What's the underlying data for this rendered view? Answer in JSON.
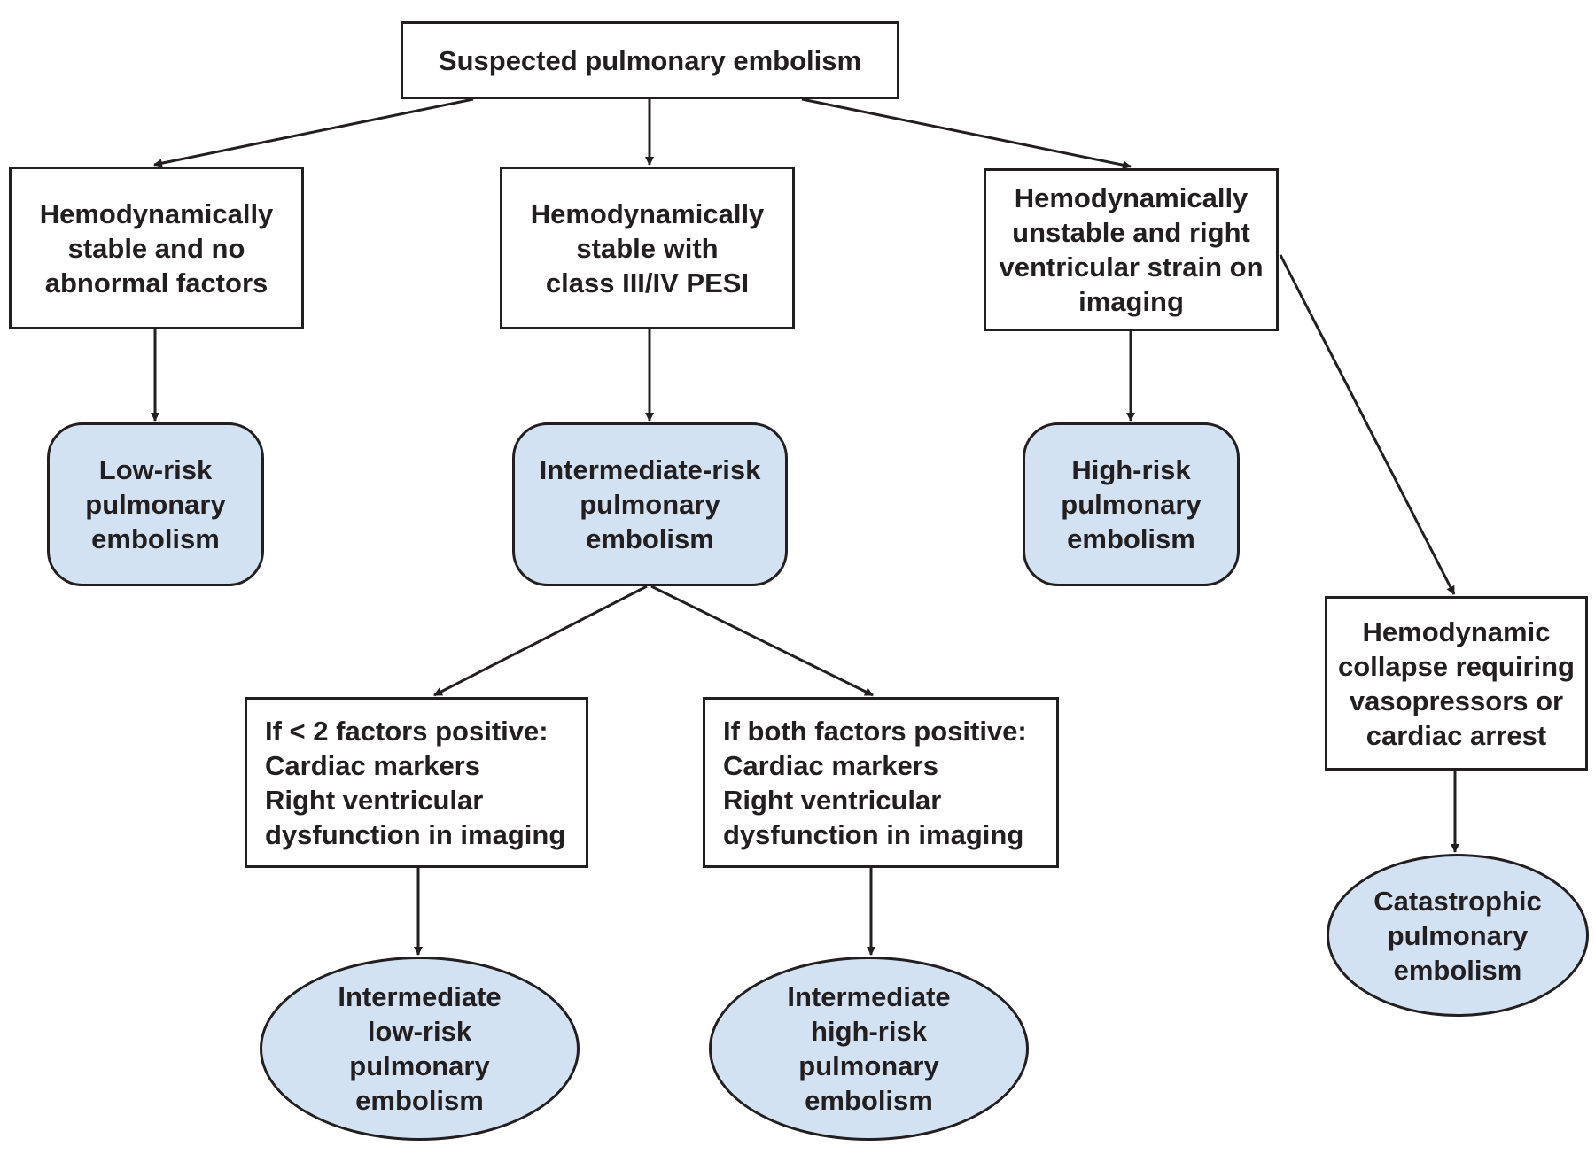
{
  "nodes": {
    "suspected": "Suspected pulmonary embolism",
    "stable_no_abnormal": "Hemodynamically\nstable and no\nabnormal factors",
    "stable_pesi": "Hemodynamically\nstable with\nclass III/IV PESI",
    "unstable_rv": "Hemodynamically\nunstable and right\nventricular strain on\nimaging",
    "low_risk": "Low-risk\npulmonary\nembolism",
    "intermediate_risk": "Intermediate-risk\npulmonary\nembolism",
    "high_risk": "High-risk\npulmonary\nembolism",
    "collapse": "Hemodynamic\ncollapse requiring\nvasopressors or\ncardiac arrest",
    "less_than_two": "If < 2 factors positive:\nCardiac markers\nRight ventricular\n  dysfunction in imaging",
    "both_factors": "If both factors positive:\nCardiac markers\nRight ventricular\n  dysfunction in imaging",
    "intermediate_low": "Intermediate\nlow-risk\npulmonary\nembolism",
    "intermediate_high": "Intermediate\nhigh-risk\npulmonary\nembolism",
    "catastrophic": "Catastrophic\npulmonary\nembolism"
  },
  "colors": {
    "outline": "#231f20",
    "outcome_fill": "#d3e2f3",
    "box_fill": "#ffffff"
  }
}
